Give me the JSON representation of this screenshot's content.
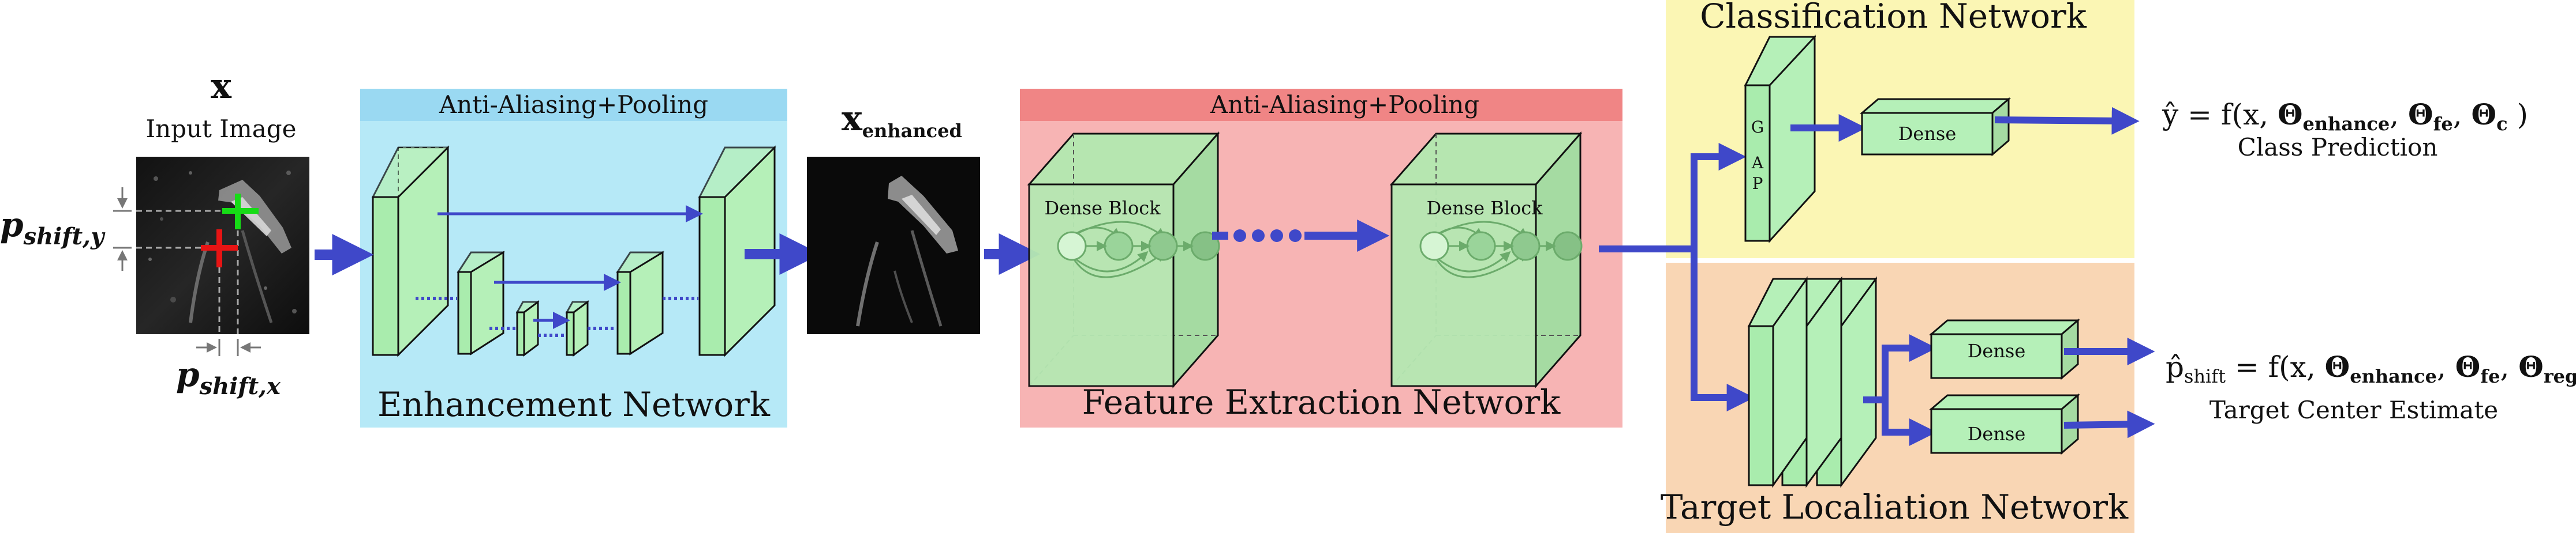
{
  "input": {
    "symbol": "x",
    "label": "Input Image",
    "shift_y_base": "p",
    "shift_y_sub": "shift,y",
    "shift_x_base": "p",
    "shift_x_sub": "shift,x"
  },
  "enhancement": {
    "header": "Anti-Aliasing+Pooling",
    "title": "Enhancement Network"
  },
  "enhanced_output": {
    "symbol": "x",
    "sub": "enhanced"
  },
  "feature_extraction": {
    "header": "Anti-Aliasing+Pooling",
    "title": "Feature Extraction Network",
    "block_label_1": "Dense Block",
    "block_label_2": "Dense Block"
  },
  "classification": {
    "title": "Classification Network",
    "gap_letters": [
      "G",
      "A",
      "P"
    ],
    "dense_label": "Dense",
    "formula": {
      "lhs": "ŷ",
      "eq": " = f(x, ",
      "theta": "Θ",
      "sub1": "enhance",
      "sub2": "fe",
      "sub3": "c",
      "close": ")"
    },
    "caption": "Class Prediction"
  },
  "localization": {
    "title": "Target Localiation Network",
    "dense_label_1": "Dense",
    "dense_label_2": "Dense",
    "formula": {
      "lhs": "p̂",
      "lhs_sub": "shift",
      "eq": " = f(x, ",
      "theta": "Θ",
      "sub1": "enhance",
      "sub2": "fe",
      "sub3": "reg",
      "close": ")"
    },
    "caption": "Target Center Estimate"
  },
  "colors": {
    "enhancement_panel": "#b6e9f7",
    "enhancement_header": "#9ad9f2",
    "feature_panel": "#f7b4b4",
    "feature_header": "#f08585",
    "classification_panel": "#fbf6b4",
    "localization_panel": "#f9d6b4",
    "layer_fill": "#b5f0b8",
    "arrow": "#3f48c9",
    "mark_green": "#16dc16",
    "mark_red": "#e81414"
  }
}
